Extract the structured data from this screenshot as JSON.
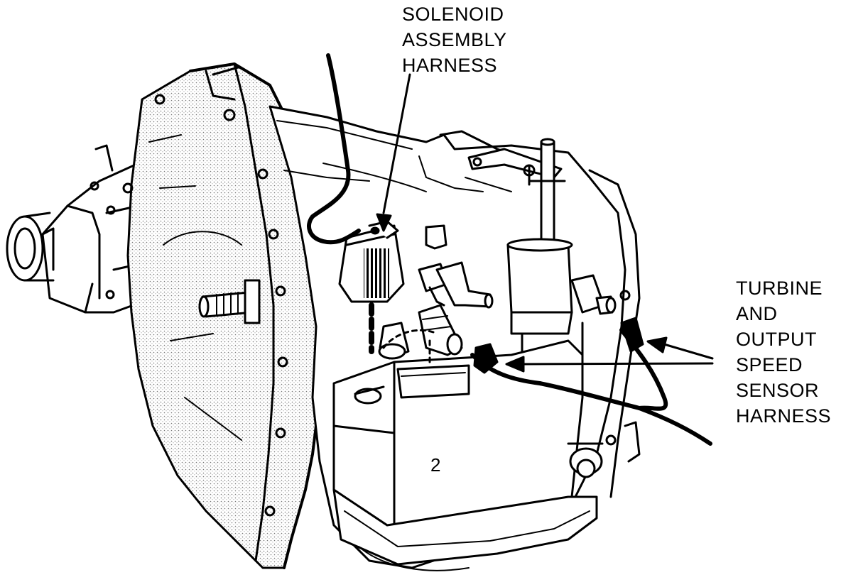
{
  "callouts": {
    "solenoid": {
      "lines": [
        "SOLENOID",
        "ASSEMBLY",
        "HARNESS"
      ]
    },
    "turbine": {
      "lines": [
        "TURBINE",
        "AND",
        "OUTPUT",
        "SPEED",
        "SENSOR",
        "HARNESS"
      ]
    }
  },
  "markings": {
    "pan_mark": "2"
  },
  "colors": {
    "ink": "#000000",
    "paper": "#ffffff",
    "stipple": "#9a9a9a"
  }
}
